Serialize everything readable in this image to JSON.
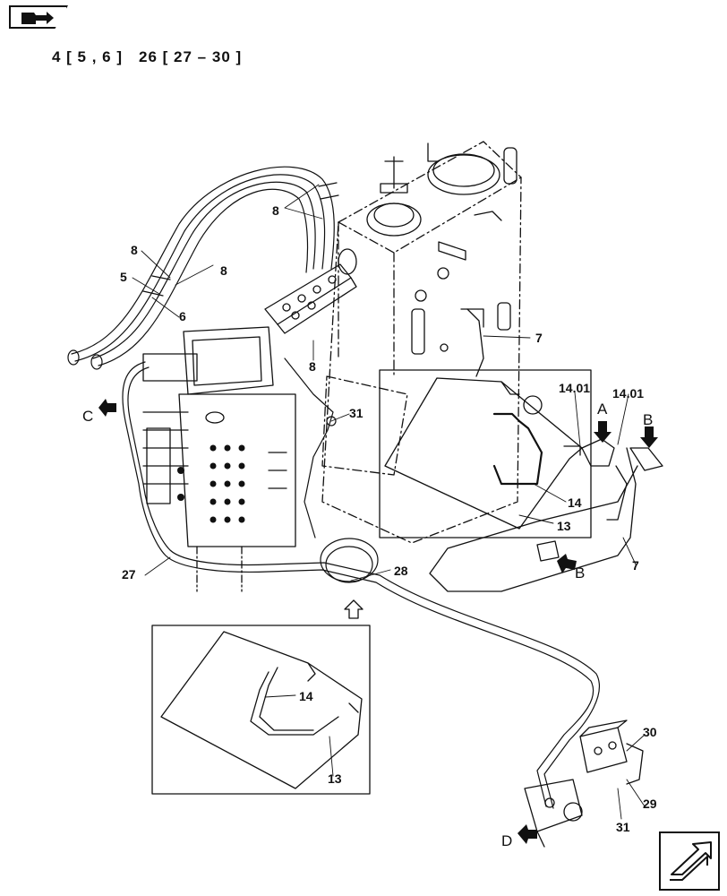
{
  "header": {
    "ref_part_1": "4 [ 5 , 6 ]",
    "ref_part_2": "26 [ 27 – 30 ]",
    "top_icon": "book-arrow-icon"
  },
  "callouts": {
    "c8a": "8",
    "c8b": "8",
    "c8c": "8",
    "c8d": "8",
    "c5": "5",
    "c6": "6",
    "c7a": "7",
    "c7b": "7",
    "c31a": "31",
    "c31b": "31",
    "c1401a": "14.01",
    "c1401b": "14.01",
    "c14a": "14",
    "c14b": "14",
    "c13a": "13",
    "c13b": "13",
    "c27": "27",
    "c28": "28",
    "c30": "30",
    "c29": "29"
  },
  "view_markers": {
    "A": "A",
    "B1": "B",
    "B2": "B",
    "C": "C",
    "D": "D"
  },
  "nav": {
    "icon": "next-page-arrow-icon"
  }
}
